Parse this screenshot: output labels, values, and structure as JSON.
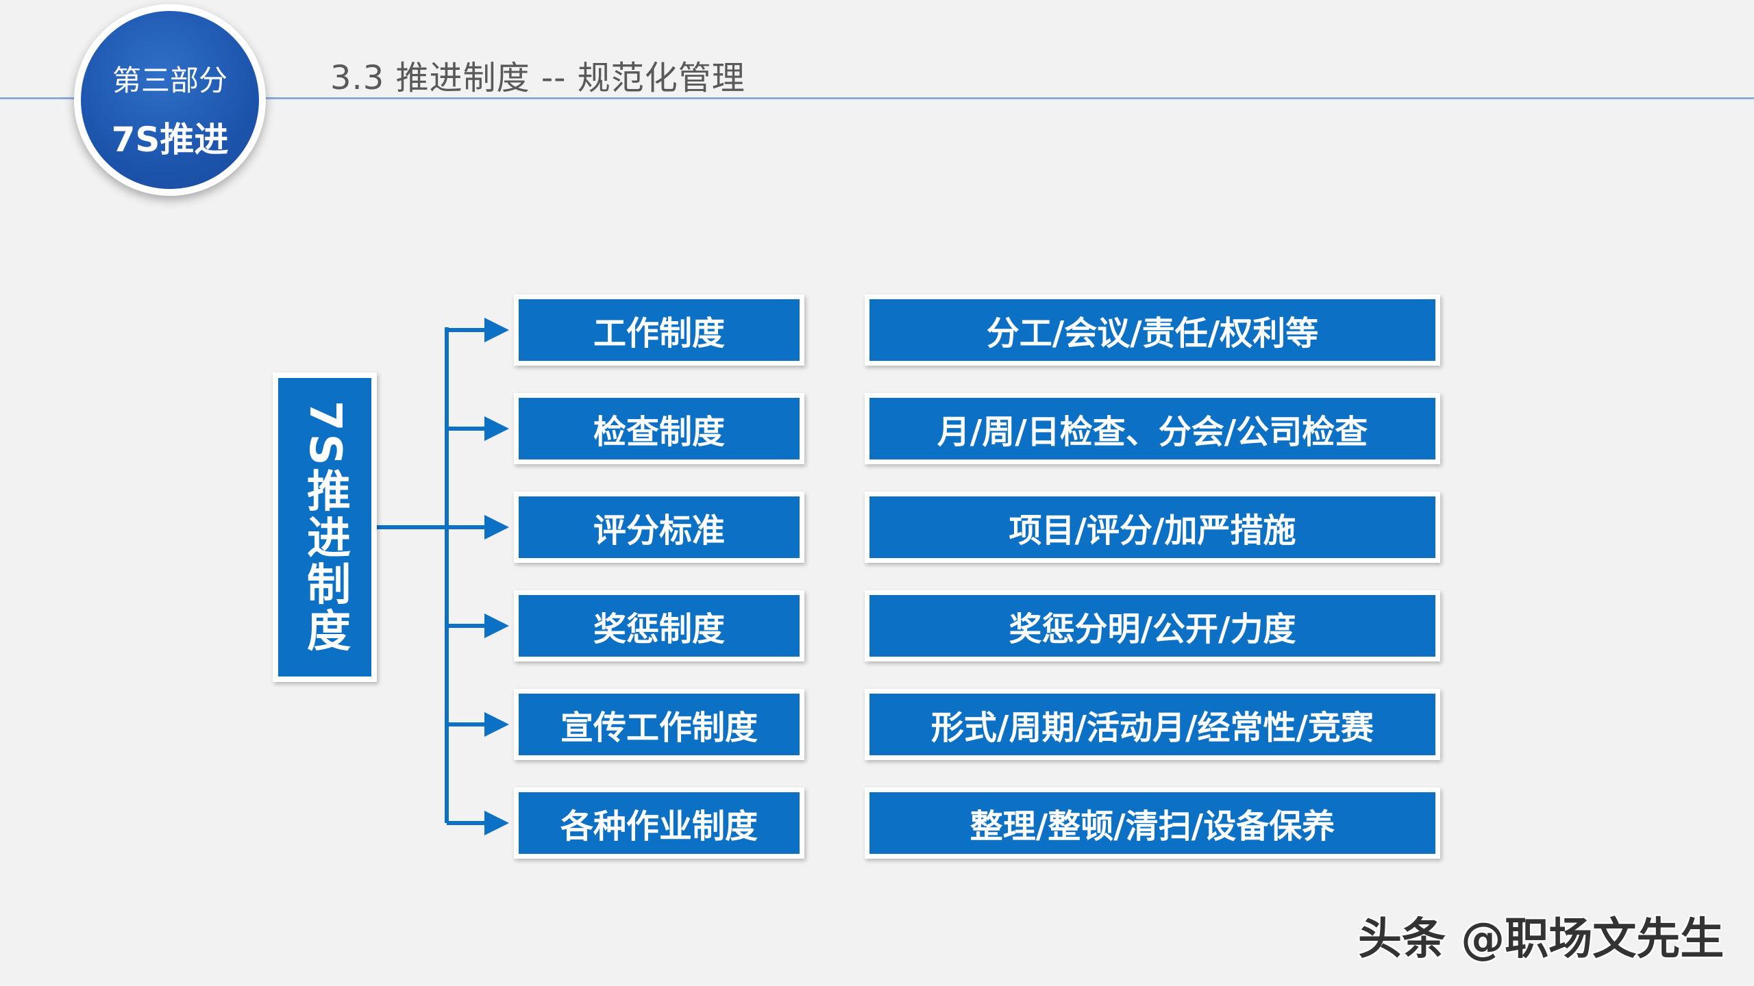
{
  "badge": {
    "section": "第三部分",
    "topic": "7S推进"
  },
  "header": {
    "title": "3.3  推进制度 -- 规范化管理"
  },
  "diagram": {
    "root": "7S推进制度",
    "rows": [
      {
        "category": "工作制度",
        "detail": "分工/会议/责任/权利等"
      },
      {
        "category": "检查制度",
        "detail": "月/周/日检查、分会/公司检查"
      },
      {
        "category": "评分标准",
        "detail": "项目/评分/加严措施"
      },
      {
        "category": "奖惩制度",
        "detail": "奖惩分明/公开/力度"
      },
      {
        "category": "宣传工作制度",
        "detail": "形式/周期/活动月/经常性/竞赛"
      },
      {
        "category": "各种作业制度",
        "detail": "整理/整顿/清扫/设备保养"
      }
    ]
  },
  "watermark": "头条 @职场文先生",
  "colors": {
    "box_fill": "#0c70c4",
    "connector": "#0c70c4",
    "header_line": "#8eaadb",
    "badge": "#1d55ad"
  }
}
